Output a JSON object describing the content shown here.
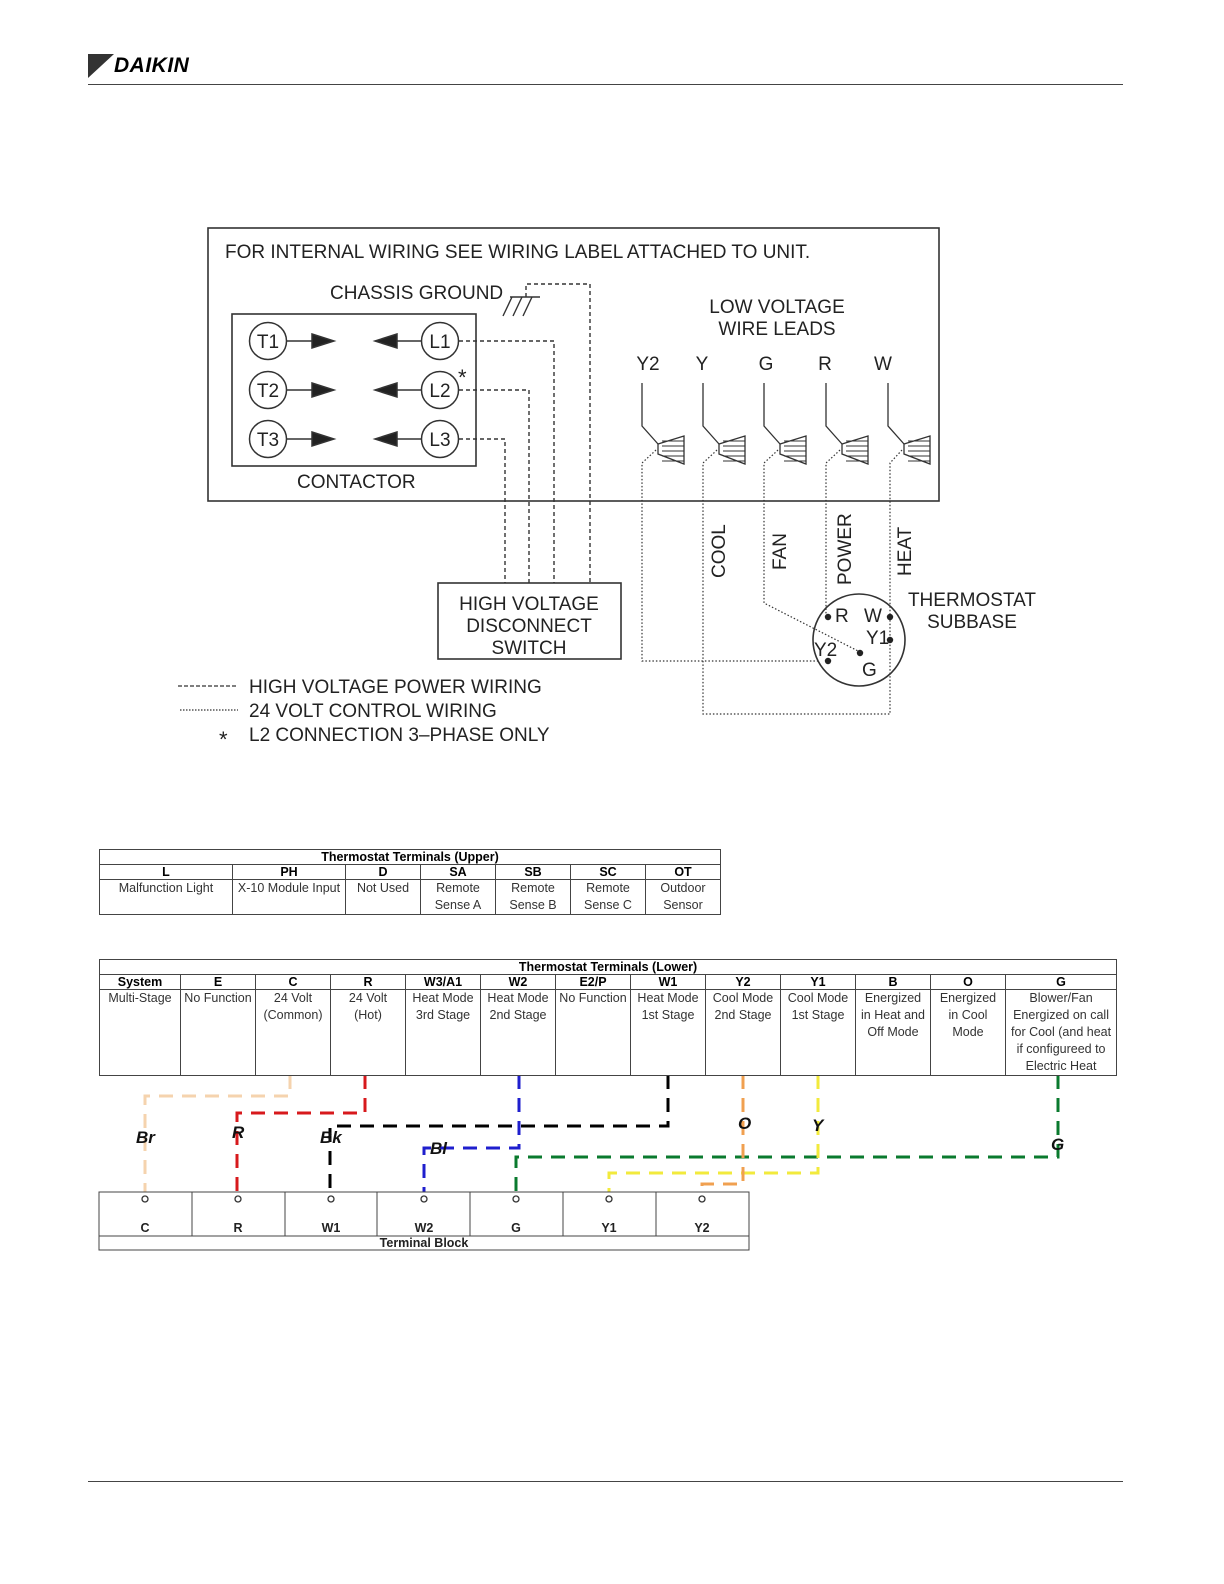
{
  "header": {
    "brand": "DAIKIN"
  },
  "colors": {
    "brown": "#f5d3ae",
    "red": "#d7191c",
    "black": "#000000",
    "blue": "#1f1fce",
    "green": "#0a7a2e",
    "orange": "#f0a050",
    "yellow": "#f2ea3c"
  },
  "wiring_diagram": {
    "internal_note": "FOR  INTERNAL  WIRING  SEE  WIRING  LABEL  ATTACHED  TO  UNIT.",
    "chassis_ground": "CHASSIS  GROUND",
    "low_voltage_line1": "LOW   VOLTAGE",
    "low_voltage_line2": "WIRE  LEADS",
    "lead_labels": [
      "Y2",
      "Y",
      "G",
      "R",
      "W"
    ],
    "contactor": {
      "label": "CONTACTOR",
      "load_terminals": [
        "T1",
        "T2",
        "T3"
      ],
      "line_terminals": [
        "L1",
        "L2",
        "L3"
      ],
      "l2_mark": "*"
    },
    "disconnect": {
      "line1": "HIGH  VOLTAGE",
      "line2": "DISCONNECT",
      "line3": "SWITCH"
    },
    "wire_functions": [
      "COOL",
      "FAN",
      "POWER",
      "HEAT"
    ],
    "thermostat": {
      "line1": "THERMOSTAT",
      "line2": "SUBBASE",
      "terminals": [
        "R",
        "W",
        "Y1",
        "Y2",
        "G"
      ]
    },
    "legend": {
      "high_voltage": "HIGH  VOLTAGE  POWER  WIRING",
      "control": "24  VOLT  CONTROL  WIRING",
      "star_symbol": "*",
      "star": "L2  CONNECTION  3–PHASE  ONLY"
    }
  },
  "upper_table": {
    "title": "Thermostat Terminals (Upper)",
    "headers": [
      "L",
      "PH",
      "D",
      "SA",
      "SB",
      "SC",
      "OT"
    ],
    "cells": [
      [
        "Malfunction Light"
      ],
      [
        "X-10 Module Input"
      ],
      [
        "Not Used"
      ],
      [
        "Remote",
        "Sense A"
      ],
      [
        "Remote",
        "Sense B"
      ],
      [
        "Remote",
        "Sense C"
      ],
      [
        "Outdoor",
        "Sensor"
      ]
    ]
  },
  "lower_table": {
    "title": "Thermostat Terminals (Lower)",
    "headers": [
      "System",
      "E",
      "C",
      "R",
      "W3/A1",
      "W2",
      "E2/P",
      "W1",
      "Y2",
      "Y1",
      "B",
      "O",
      "G"
    ],
    "cells": [
      [
        "Multi-Stage"
      ],
      [
        "No Function"
      ],
      [
        "24 Volt",
        "(Common)"
      ],
      [
        "24 Volt",
        "(Hot)"
      ],
      [
        "Heat Mode",
        "3rd Stage"
      ],
      [
        "Heat Mode",
        "2nd Stage"
      ],
      [
        "No Function"
      ],
      [
        "Heat Mode",
        "1st Stage"
      ],
      [
        "Cool Mode",
        "2nd Stage"
      ],
      [
        "Cool Mode",
        "1st Stage"
      ],
      [
        "Energized",
        "in Heat and",
        "Off Mode"
      ],
      [
        "Energized",
        "in Cool",
        "Mode"
      ],
      [
        "Blower/Fan",
        "Energized on call",
        "for Cool (and heat",
        "if configureed to",
        "Electric Heat"
      ]
    ]
  },
  "wire_labels": {
    "brown": "Br",
    "red": "R",
    "black": "Bk",
    "blue": "Bl",
    "orange": "O",
    "yellow": "Y",
    "green": "G"
  },
  "terminal_block": {
    "title": "Terminal Block",
    "terminals": [
      "C",
      "R",
      "W1",
      "W2",
      "G",
      "Y1",
      "Y2"
    ]
  }
}
